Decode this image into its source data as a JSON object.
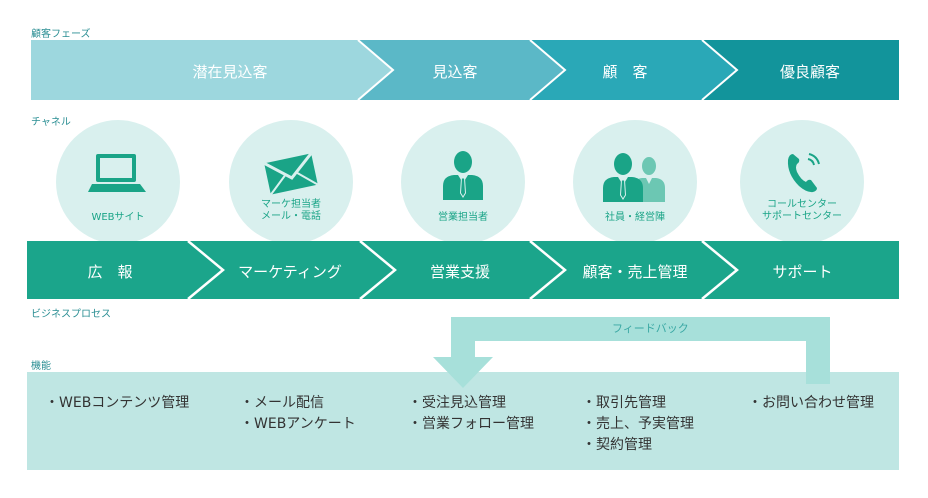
{
  "labels": {
    "customer_phase": "顧客フェーズ",
    "channel": "チャネル",
    "business_process": "ビジネスプロセス",
    "function": "機能",
    "feedback": "フィードバック"
  },
  "customer_phases": [
    {
      "label": "潜在見込客",
      "color": "#9dd7de"
    },
    {
      "label": "見込客",
      "color": "#5bb8c7"
    },
    {
      "label": "顧　客",
      "color": "#2aa8b7"
    },
    {
      "label": "優良顧客",
      "color": "#12949b"
    }
  ],
  "channels": [
    {
      "label": "WEBサイト",
      "icon": "laptop-icon"
    },
    {
      "label": "マーケ担当者\nメール・電話",
      "icon": "envelope-icon"
    },
    {
      "label": "営業担当者",
      "icon": "person-icon"
    },
    {
      "label": "社員・経営陣",
      "icon": "people-icon"
    },
    {
      "label": "コールセンター\nサポートセンター",
      "icon": "phone-icon"
    }
  ],
  "processes": [
    {
      "label": "広　報"
    },
    {
      "label": "マーケティング"
    },
    {
      "label": "営業支援"
    },
    {
      "label": "顧客・売上管理"
    },
    {
      "label": "サポート"
    }
  ],
  "functions": [
    [
      "・WEBコンテンツ管理"
    ],
    [
      "・メール配信",
      "・WEBアンケート"
    ],
    [
      "・受注見込管理",
      "・営業フォロー管理"
    ],
    [
      "・取引先管理",
      "・売上、予実管理",
      "・契約管理"
    ],
    [
      "・お問い合わせ管理"
    ]
  ],
  "colors": {
    "process": "#1ba58b",
    "circle": "#d9f0ee",
    "function_bg": "#bfe6e3",
    "feedback": "#a7e0da",
    "label": "#2a8e93"
  }
}
